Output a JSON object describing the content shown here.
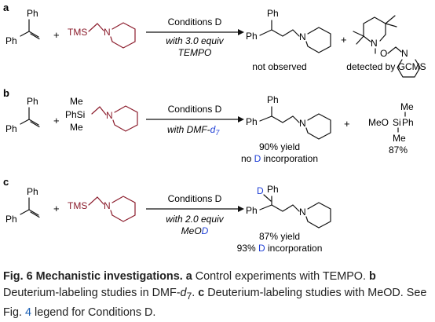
{
  "panels": {
    "a": {
      "label": "a",
      "reagent_tms": "TMS",
      "plus_1": "+",
      "plus_2": "+",
      "conditions": "Conditions D",
      "below_1": "with 3.0 equiv",
      "below_2": "TEMPO",
      "product_status": "not observed",
      "side_status": "detected by GCMS"
    },
    "b": {
      "label": "b",
      "plus_1": "+",
      "plus_2": "+",
      "conditions": "Conditions D",
      "below_prefix": "with DMF-",
      "below_d": "d",
      "below_sub": "7",
      "yield": "90% yield",
      "incorp_pre": "no ",
      "incorp_d": "D",
      "incorp_post": " incorporation",
      "side_yield": "87%"
    },
    "c": {
      "label": "c",
      "reagent_tms": "TMS",
      "plus_1": "+",
      "conditions": "Conditions D",
      "below_1": "with 2.0 equiv",
      "below_2_pre": "MeO",
      "below_2_d": "D",
      "yield": "87% yield",
      "incorp_pre": "93% ",
      "incorp_d": "D",
      "incorp_post": " incorporation"
    }
  },
  "atoms": {
    "Ph": "Ph",
    "N": "N",
    "O": "O",
    "D": "D",
    "Me": "Me",
    "Si": "Si",
    "MeO": "MeO",
    "PhSi": "PhSi"
  },
  "caption": {
    "fig_label": "Fig. 6 Mechanistic investigations.",
    "a_label": "a",
    "a_text": "Control experiments with TEMPO.",
    "b_label": "b",
    "b_text_pre": "Deuterium-labeling studies in DMF-",
    "b_d": "d",
    "b_sub": "7",
    "b_text_post": ".",
    "c_label": "c",
    "c_text_pre": "Deuterium-labeling studies with MeOD. See Fig.",
    "fig_ref": "4",
    "c_text_post": "legend for Conditions D."
  },
  "colors": {
    "reagent_red": "#8b1c2c",
    "deuterium_blue": "#1f3fd6",
    "link_blue": "#1a5fb4"
  }
}
